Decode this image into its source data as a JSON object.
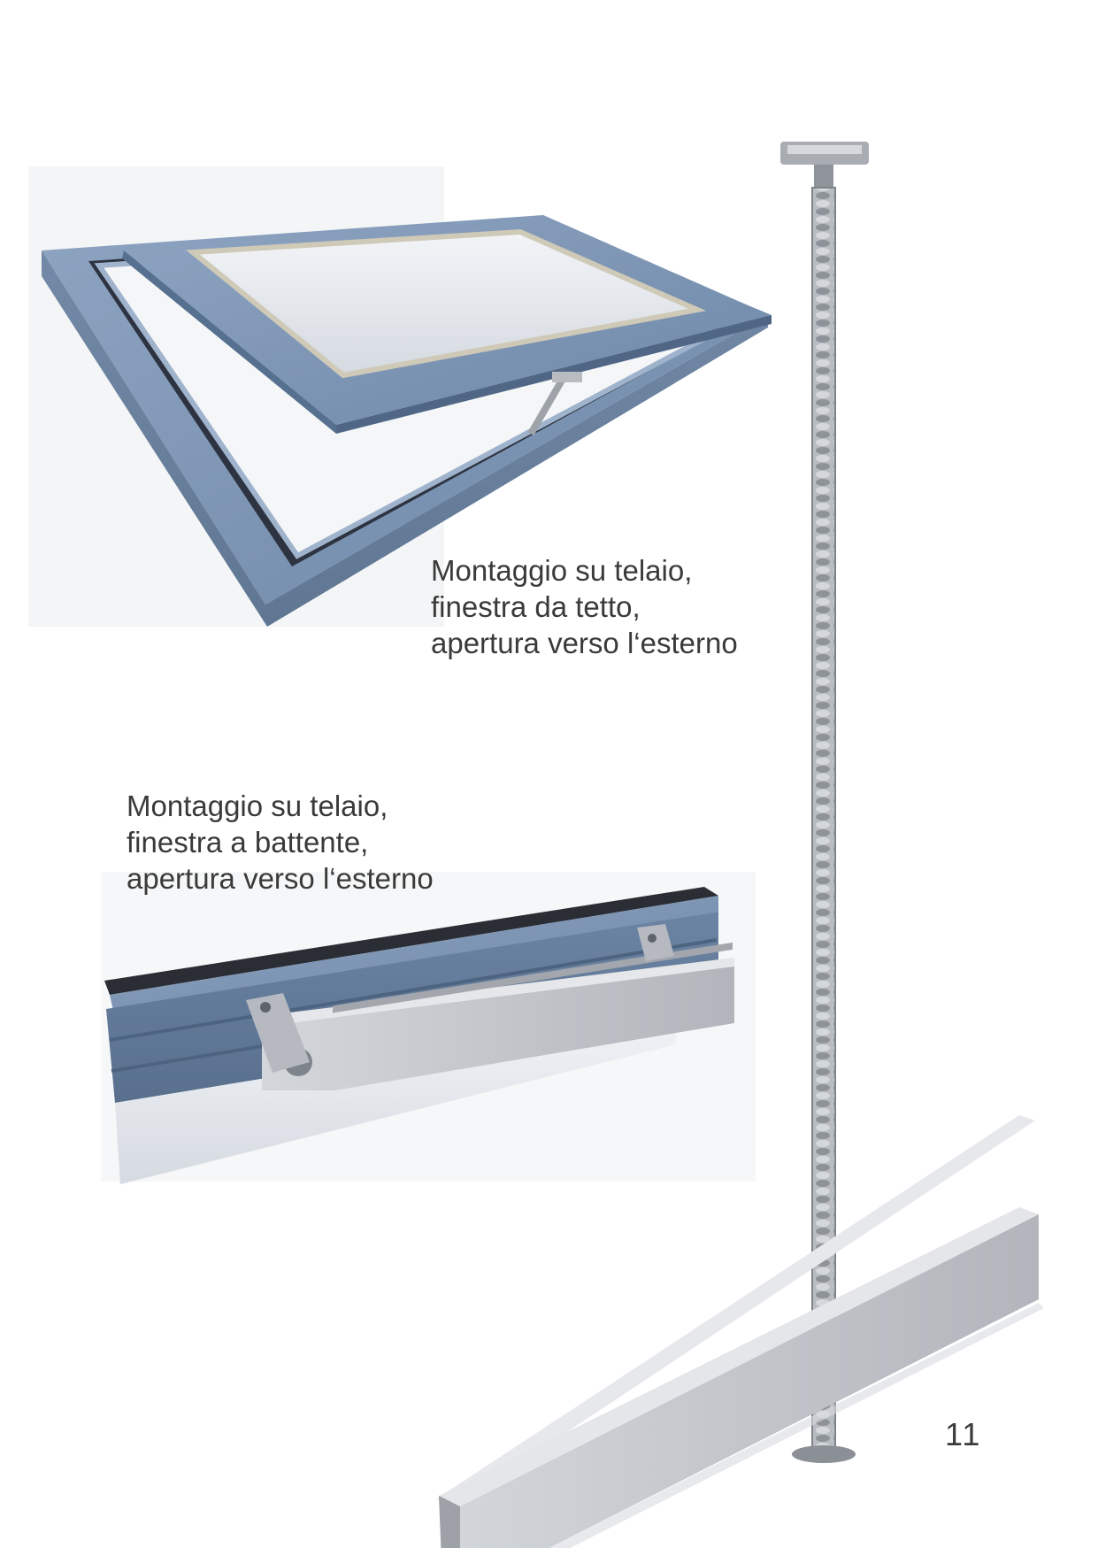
{
  "captions": {
    "roof_window": {
      "line1": "Montaggio su telaio,",
      "line2": "finestra da tetto,",
      "line3": "apertura verso l‘esterno"
    },
    "casement_window": {
      "line1": "Montaggio su telaio,",
      "line2": "finestra a battente,",
      "line3": "apertura verso l‘esterno"
    }
  },
  "page_number": "11",
  "colors": {
    "frame_blue": "#7f97b5",
    "frame_blue_dark": "#5f7896",
    "frame_blue_light": "#a9bcd2",
    "actuator_gray": "#c9ccd0",
    "actuator_gray_dark": "#9a9ea4",
    "glass": "#e8ecf1",
    "background_tint": "#f4f5f6"
  },
  "images": [
    {
      "name": "roof-window-illustration"
    },
    {
      "name": "casement-window-illustration"
    },
    {
      "name": "chain-actuator-illustration"
    }
  ]
}
